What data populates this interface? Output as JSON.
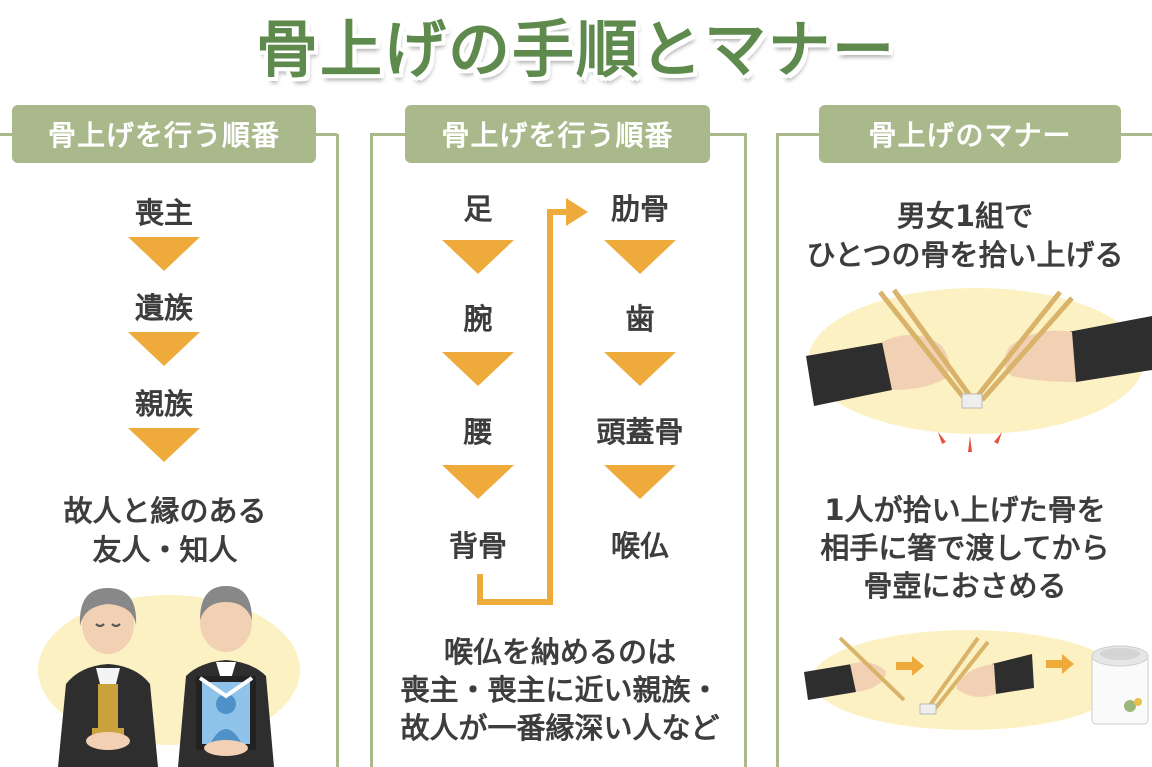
{
  "title": "骨上げの手順とマナー",
  "col1": {
    "label": "骨上げを行う順番",
    "steps": [
      "喪主",
      "遺族",
      "親族"
    ],
    "last": [
      "故人と縁のある",
      "友人・知人"
    ]
  },
  "col2": {
    "label": "骨上げを行う順番",
    "left": [
      "足",
      "腕",
      "腰",
      "背骨"
    ],
    "right": [
      "肋骨",
      "歯",
      "頭蓋骨",
      "喉仏"
    ],
    "note": [
      "喉仏を納めるのは",
      "喪主・喪主に近い親族・",
      "故人が一番縁深い人など"
    ]
  },
  "col3": {
    "label": "骨上げのマナー",
    "rule1": [
      "男女1組で",
      "ひとつの骨を拾い上げる"
    ],
    "rule2": [
      "1人が拾い上げた骨を",
      "相手に箸で渡してから",
      "骨壺におさめる"
    ]
  },
  "colors": {
    "title_green": "#5f8a4e",
    "label_green": "#aab98b",
    "arrow_orange": "#eeaa3a",
    "ellipse_yellow": "#fbf1c2"
  }
}
